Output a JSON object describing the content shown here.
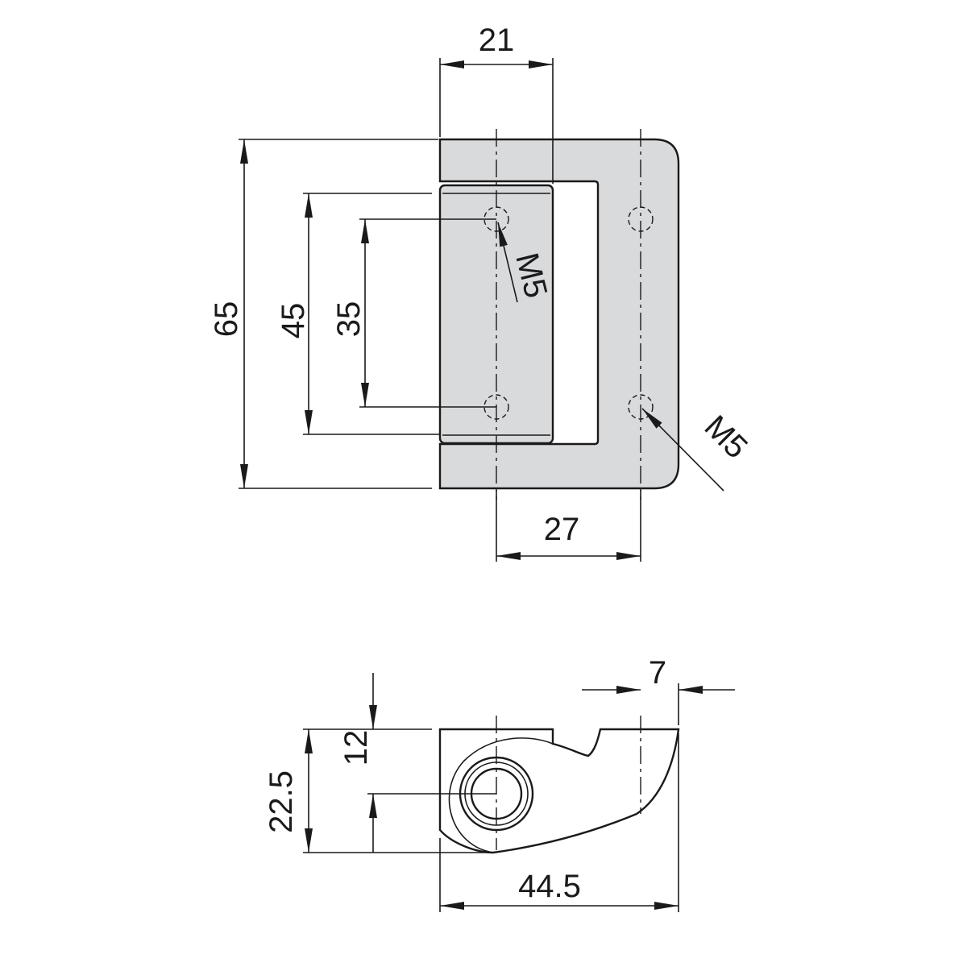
{
  "colors": {
    "line": "#1a1a1a",
    "part_fill": "#d9dadc",
    "background": "#ffffff"
  },
  "top_view": {
    "width_dim": "21",
    "height_dim": "65",
    "inner_height_dim": "45",
    "hole_spacing_dim": "35",
    "hole_pitch_dim": "27",
    "thread_label_left": "M5",
    "thread_label_right": "M5"
  },
  "side_view": {
    "height_dim": "22.5",
    "half_height_dim": "12",
    "width_dim": "44.5",
    "offset_dim": "7"
  }
}
